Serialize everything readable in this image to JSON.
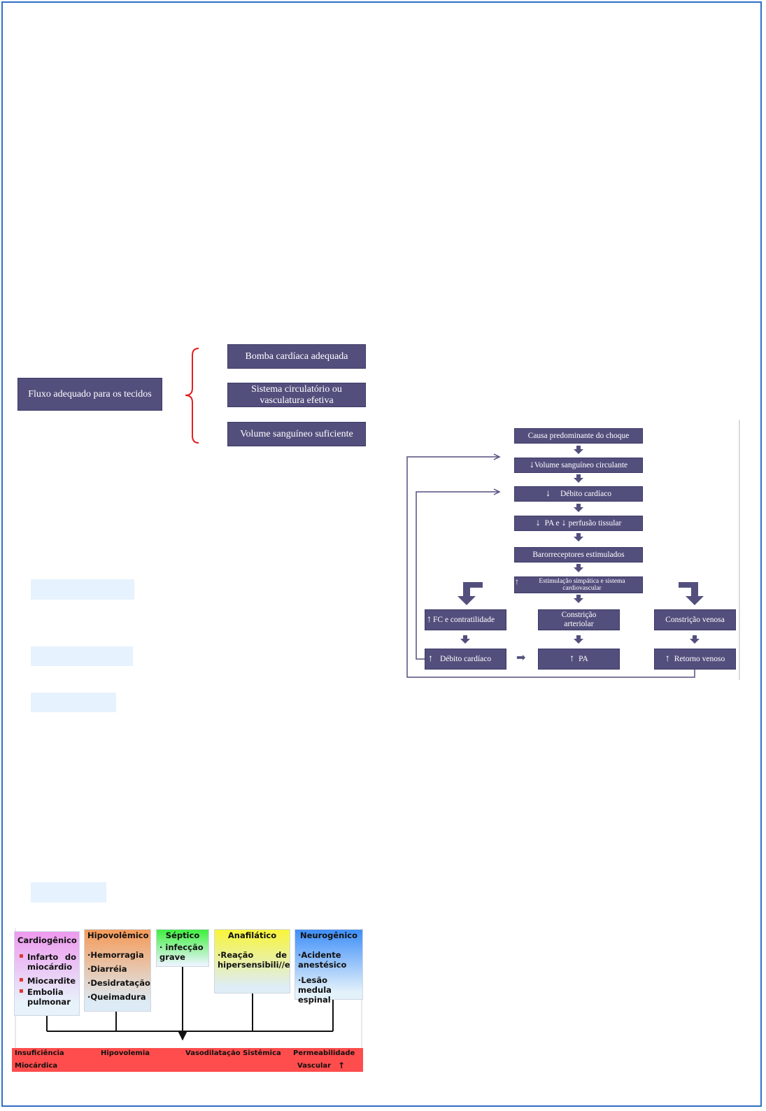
{
  "hemo": {
    "main": "Fluxo adequado para os tecidos",
    "items": [
      "Bomba cardíaca adequada",
      "Sistema circulatório ou vasculatura efetiva",
      "Volume sanguíneo suficiente"
    ]
  },
  "flow": {
    "cause": "Causa predominante do choque",
    "volume": "Volume sanguíneo circulante",
    "debito": "Débito cardíaco",
    "pa_left": "PA e",
    "pa_right": "perfusão tissular",
    "baro": "Barorreceptores estimulados",
    "estim": "Estimulação simpática e sistema cardiovascular",
    "fc": "FC e contratilidade",
    "arteriolar": "Constrição arteriolar",
    "venosa": "Constrição venosa",
    "debito2": "Débito cardíaco",
    "pa2": "PA",
    "retorno": "Retorno venoso",
    "up": "↑",
    "down": "↓",
    "right_arrow": "➡"
  },
  "types": [
    {
      "title": "Cardiogênico",
      "items": [
        "Infarto do miocárdio",
        "Miocardite",
        "Embolia pulmonar"
      ]
    },
    {
      "title": "Hipovolêmico",
      "items": [
        "·Hemorragia",
        "·Diarréia",
        "·Desidratação",
        "·Queimadura"
      ]
    },
    {
      "title": "Séptico",
      "items": [
        "· infecção grave"
      ]
    },
    {
      "title": "Anafilático",
      "items": [
        "·Reação de hipersensibili//e"
      ]
    },
    {
      "title": "Neurogênico",
      "items": [
        "·Acidente anestésico",
        "·Lesão medula espinal"
      ]
    }
  ],
  "results": {
    "insuf1": "Insuficiência",
    "insuf2": "Miocárdica",
    "hipovolemia": "Hipovolemia",
    "vaso": "Vasodilatação Sistêmica",
    "perm1": "Permeabilidade",
    "perm2": "Vascular",
    "perm_arrow": "↑"
  },
  "colors": {
    "box": "#534f7d",
    "bracket": "#e02020",
    "border": "#2f6fc7",
    "highlight": "#e6f2fd",
    "result_bar": "#ff4c4c"
  }
}
